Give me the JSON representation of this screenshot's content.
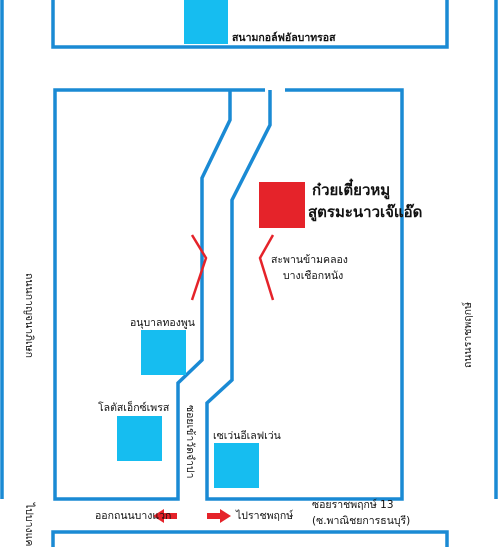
{
  "colors": {
    "road": "#1a8ad4",
    "landmark_box": "#16bdf0",
    "restaurant_box": "#e5232a",
    "arrow": "#e5232a",
    "bridge": "#e5232a"
  },
  "icons": {
    "landmark": "square-marker",
    "restaurant": "red-square-marker",
    "bridge": "bracket-lines",
    "direction": "arrow"
  },
  "labels": {
    "golf_course": "สนามกอล์ฟอัลบาทรอส",
    "restaurant_line1": "ก๋วยเตี๋ยวหมู",
    "restaurant_line2": "สูตรมะนาวเจ๊แอ๊ด",
    "bridge_line1": "สะพานข้ามคลอง",
    "bridge_line2": "บางเชือกหนัง",
    "kindergarten": "อนุบาลทองพูน",
    "lotus": "โลตัสเอ็กซ์เพรส",
    "seven_eleven": "เซเว่นอีเลฟเว่น",
    "soi_wat": "ซอยเข้าวัดจำปา",
    "left_road": "ถนนกาญจนาภิเษก",
    "right_road": "ถนนราชพฤกษ์",
    "bottom_left_road": "ไปบางแค",
    "soi_main_line1": "ซอยราชพฤกษ์ 13",
    "soi_main_line2": "(ซ.พาณิชยการธนบุรี)",
    "to_left": "ออกถนนบางแวก",
    "to_right": "ไปราชพฤกษ์"
  }
}
